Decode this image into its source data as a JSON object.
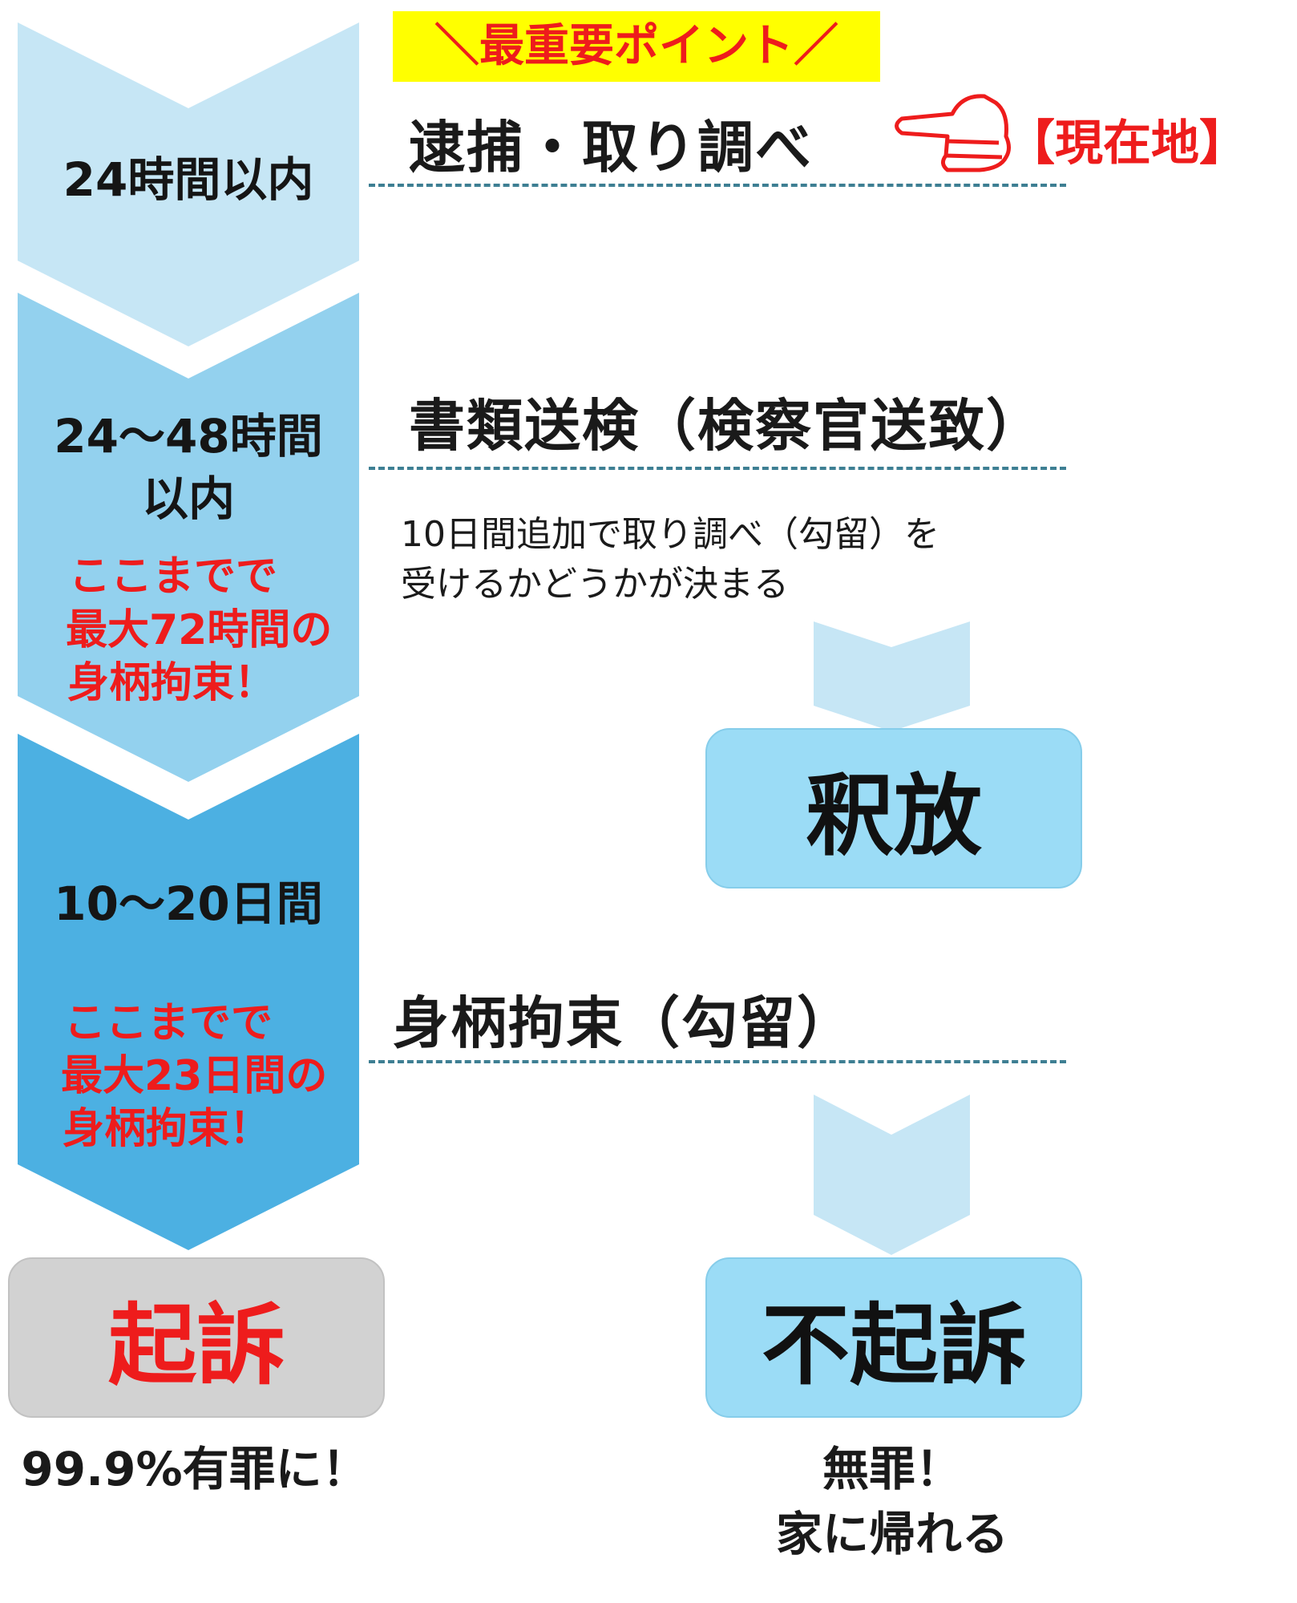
{
  "highlight": {
    "text": "＼最重要ポイント／",
    "bg": "#ffff00",
    "color": "#ee1c1c"
  },
  "current": {
    "text": "【現在地】",
    "hand": "pointing-hand-icon",
    "color": "#ee1c1c"
  },
  "stages": [
    {
      "label": "24時間以内",
      "color": "#c6e6f5"
    },
    {
      "label_line1": "24〜48時間",
      "label_line2": "以内",
      "color": "#93d1ee",
      "note": [
        "ここまでで",
        "最大72時間の",
        "身柄拘束！"
      ]
    },
    {
      "label": "10〜20日間",
      "color": "#4cb0e2",
      "note": [
        "ここまでで",
        "最大23日間の",
        "身柄拘束！"
      ]
    }
  ],
  "steps": {
    "arrest": "逮捕・取り調べ",
    "referral": "書類送検（検察官送致）",
    "referral_desc_line1": "10日間追加で取り調べ（勾留）を",
    "referral_desc_line2": "受けるかどうかが決まる",
    "detention": "身柄拘束（勾留）"
  },
  "outcomes": {
    "release": "釈放",
    "indict": "起訴",
    "indict_caption": "99.9%有罪に！",
    "no_indict": "不起訴",
    "no_indict_caption_line1": "無罪！",
    "no_indict_caption_line2": "家に帰れる"
  },
  "colors": {
    "dash": "#3e7f93",
    "small_chevron": "#c6e6f5",
    "outcome_blue": "#9bdcf6",
    "outcome_gray": "#d2d2d2",
    "accent_red": "#ee1c1c"
  }
}
